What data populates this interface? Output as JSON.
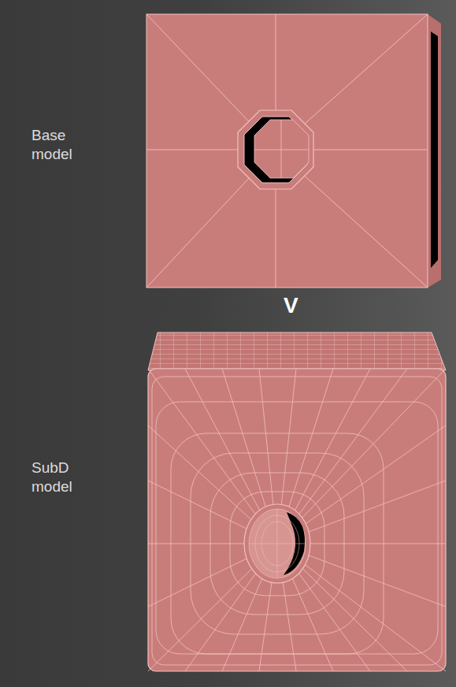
{
  "diagram": {
    "labels": [
      "Base model",
      "V",
      "SubD model"
    ]
  }
}
